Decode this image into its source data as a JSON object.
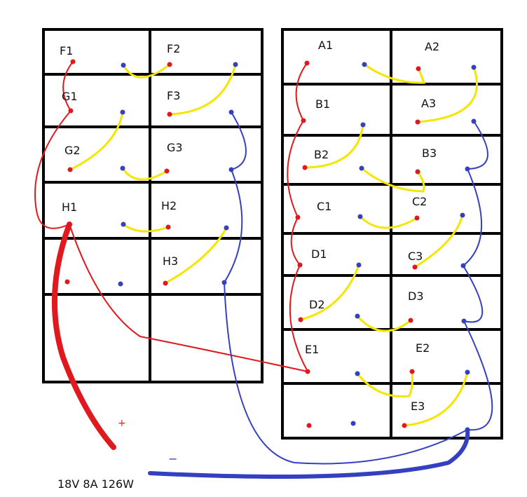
{
  "left_panel_labels": {
    "F1": "F1",
    "F2": "F2",
    "G1": "G1",
    "F3": "F3",
    "G2": "G2",
    "G3": "G3",
    "H1": "H1",
    "H2": "H2",
    "H3": "H3"
  },
  "right_panel_labels": {
    "A1": "A1",
    "A2": "A2",
    "B1": "B1",
    "A3": "A3",
    "B2": "B2",
    "B3": "B3",
    "C1": "C1",
    "C2": "C2",
    "D1": "D1",
    "C3": "C3",
    "D2": "D2",
    "D3": "D3",
    "E1": "E1",
    "E2": "E2",
    "E3": "E3"
  },
  "plus_sign": "+",
  "minus_sign": "−",
  "spec_text": "18V 8A 126W",
  "colors": {
    "frame": "#000000",
    "positive_wire": "#e0191f",
    "negative_wire": "#3340c0",
    "link_wire": "#f5e600",
    "positive_dot": "#e0191f",
    "negative_dot": "#3340c0"
  }
}
